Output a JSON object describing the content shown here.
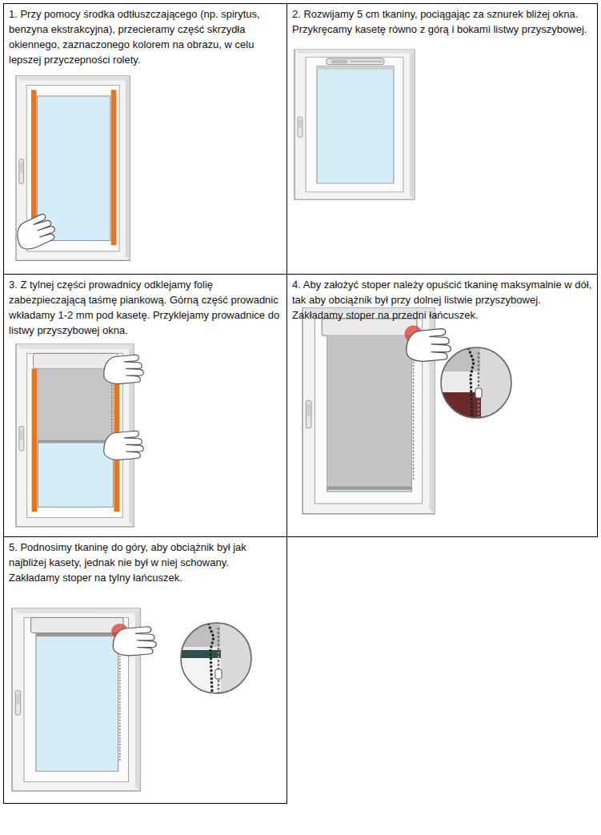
{
  "diagram": {
    "nodes": [
      {
        "text": [
          "1. Przy pomocy środka odtłuszczającego (np. spirytus, benzyna ekstrakcyjna), przecieramy część skrzydła okiennego, zaznaczonego kolorem na obrazu, w celu lepszej przyczepności rolety."
        ]
      },
      {
        "text": [
          "2. Rozwijamy 5 cm tkaniny, pociągając za sznurek bliżej okna. Przykręcamy kasetę równo z górą i bokami listwy przyszybowej."
        ]
      },
      {
        "text": [
          "3. Z tylnej części prowadnicy odklejamy folię zabezpieczającą taśmę piankową. Górną część prowadnic wkładamy 1-2 mm pod kasetę. Przyklejamy prowadnice do listwy przyszybowej okna."
        ]
      },
      {
        "text": [
          "4. Aby założyć stoper należy opuścić tkaninę maksymalnie w dół, tak aby obciążnik był przy dolnej listwie przyszybowej. Zakładamy stoper na przedni łańcuszek."
        ]
      },
      {
        "text": [
          "5. Podnosimy tkaninę do góry, aby obciążnik był jak najbliżej kasety, jednak nie był w niej schowany. Zakładamy stoper na tylny łańcuszek."
        ]
      }
    ]
  }
}
